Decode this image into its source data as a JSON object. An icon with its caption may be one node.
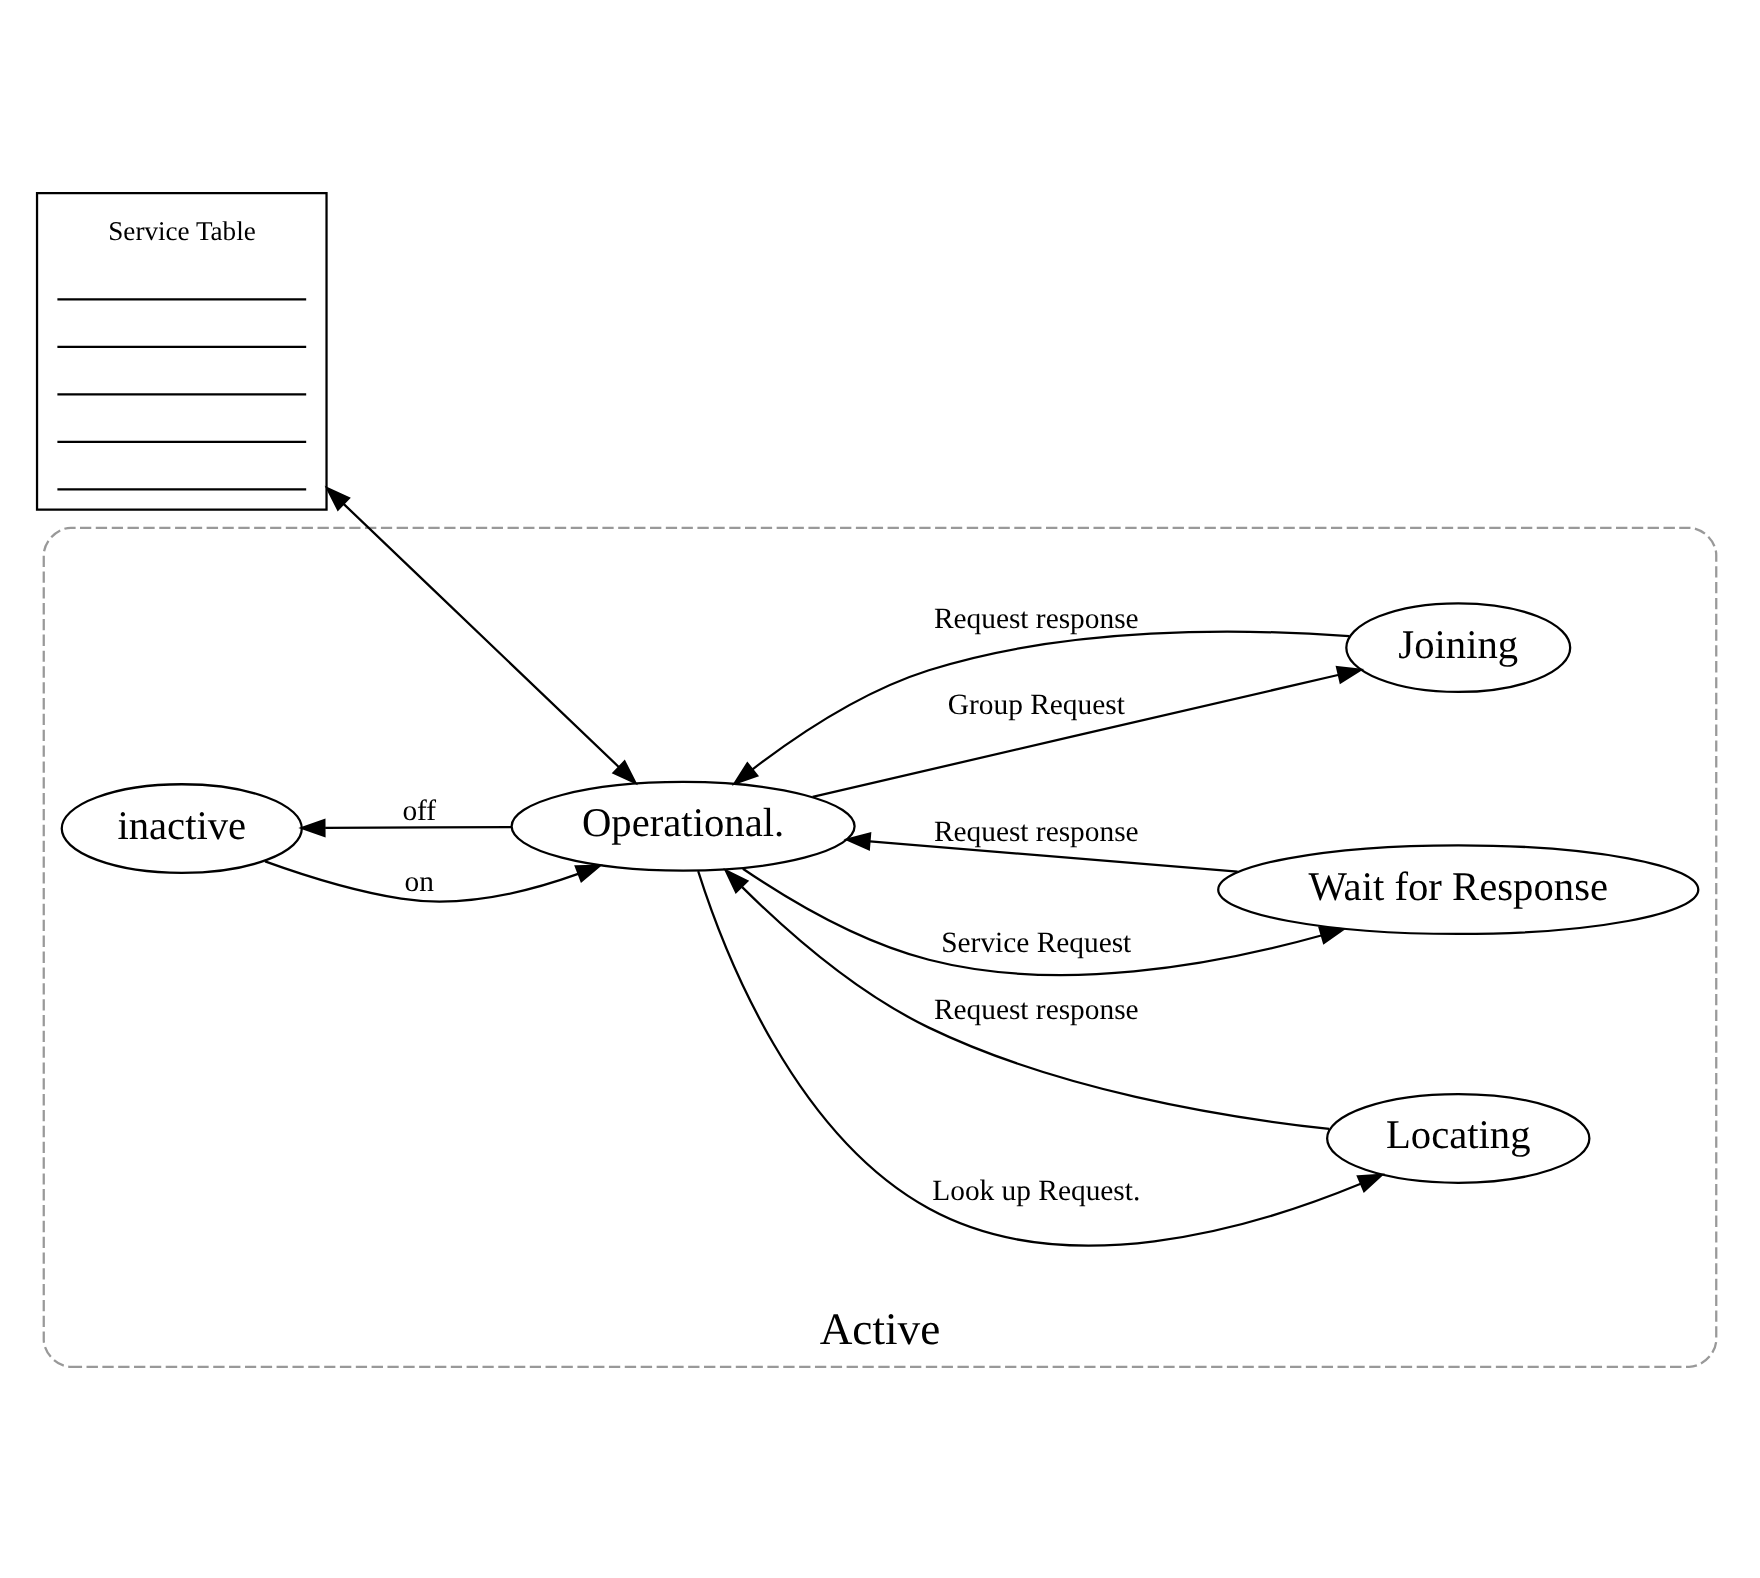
{
  "diagram": {
    "nodes": [
      {
        "text": [
          "Service Table"
        ]
      },
      {
        "text": [
          "Active"
        ]
      },
      {
        "text": [
          "inactive"
        ],
        "in": 1
      },
      {
        "text": [
          "Locating"
        ],
        "in": 1
      },
      {
        "text": [
          "Operational."
        ],
        "in": 1
      },
      {
        "text": [
          "Wait for Response"
        ],
        "in": 1
      },
      {
        "text": [
          "Joining"
        ],
        "in": 1
      }
    ],
    "edges": [
      {
        "from": 0,
        "to": 4,
        "arrow": "both"
      },
      {
        "from": 2,
        "to": 4,
        "arrow": "to",
        "label": "on"
      },
      {
        "from": 4,
        "to": 2,
        "arrow": "to",
        "label": "off"
      },
      {
        "from": 4,
        "to": 3,
        "arrow": "to",
        "label": "Look up Request."
      },
      {
        "from": 3,
        "to": 4,
        "arrow": "to",
        "label": "Request response"
      },
      {
        "from": 4,
        "to": 5,
        "arrow": "to",
        "label": "Service Request"
      },
      {
        "from": 5,
        "to": 4,
        "arrow": "to",
        "label": "Request response"
      },
      {
        "from": 4,
        "to": 6,
        "arrow": "to",
        "label": "Group Request"
      },
      {
        "from": 6,
        "to": 4,
        "arrow": "to",
        "label": "Request response"
      }
    ]
  }
}
